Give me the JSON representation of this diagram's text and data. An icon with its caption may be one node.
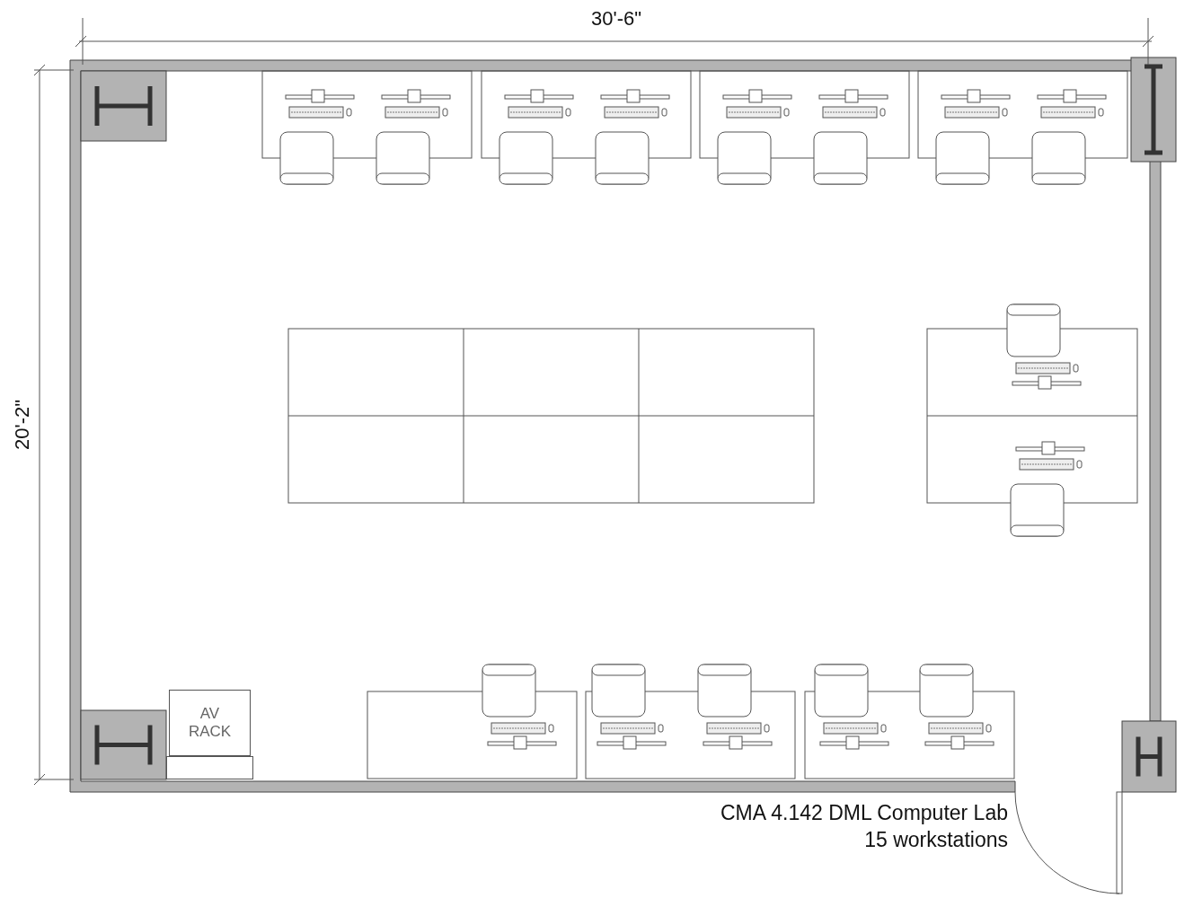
{
  "diagram": {
    "nodes": [
      {
        "text": [
          "AV RACK"
        ]
      },
      {
        "text": [],
        "shape": "box"
      }
    ],
    "labels": [
      "30'-6\"",
      "20'-2\"",
      "CMA 4.142 DML Computer Lab",
      "15 workstations"
    ]
  }
}
